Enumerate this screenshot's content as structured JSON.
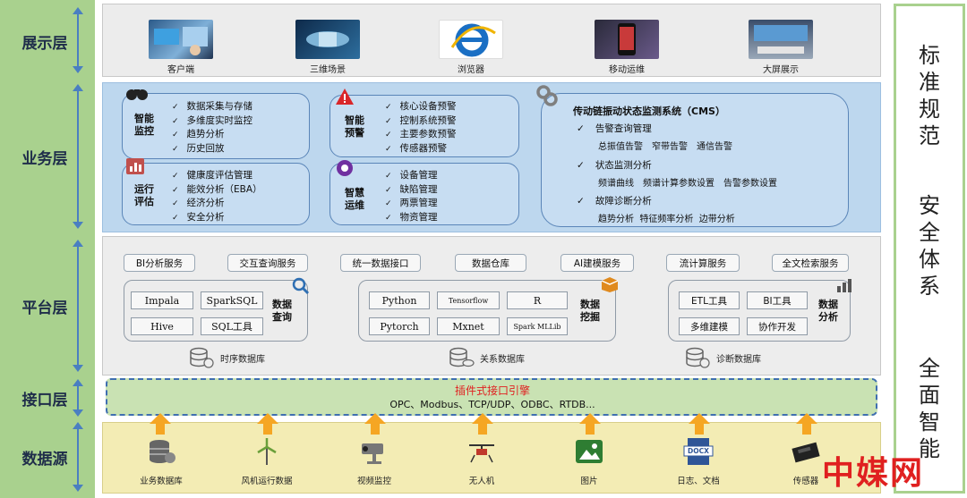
{
  "layers": {
    "display": "展示层",
    "business": "业务层",
    "platform": "平台层",
    "interface": "接口层",
    "source": "数据源"
  },
  "display": {
    "items": [
      "客户端",
      "三维场景",
      "浏览器",
      "移动运维",
      "大屏展示"
    ]
  },
  "business": {
    "smart_monitor": {
      "title": "智能监控",
      "items": [
        "数据采集与存储",
        "多维度实时监控",
        "趋势分析",
        "历史回放"
      ]
    },
    "smart_warning": {
      "title": "智能预警",
      "items": [
        "核心设备预警",
        "控制系统预警",
        "主要参数预警",
        "传感器预警"
      ]
    },
    "run_eval": {
      "title": "运行评估",
      "items": [
        "健康度评估管理",
        "能效分析（EBA）",
        "经济分析",
        "安全分析"
      ]
    },
    "smart_ops": {
      "title": "智慧运维",
      "items": [
        "设备管理",
        "缺陷管理",
        "两票管理",
        "物资管理"
      ]
    },
    "cms": {
      "title": "传动链振动状态监测系统（CMS）",
      "sections": [
        {
          "heading": "告警查询管理",
          "detail": "总振值告警　窄带告警　通信告警"
        },
        {
          "heading": "状态监测分析",
          "detail": "频谱曲线　频谱计算参数设置　告警参数设置"
        },
        {
          "heading": "故障诊断分析",
          "detail": "趋势分析  特征频率分析  边带分析"
        }
      ]
    }
  },
  "platform": {
    "services": [
      "BI分析服务",
      "交互查询服务",
      "统一数据接口",
      "数据仓库",
      "AI建模服务",
      "流计算服务",
      "全文检索服务"
    ],
    "query": {
      "title": "数据查询",
      "cells": [
        "Impala",
        "SparkSQL",
        "Hive",
        "SQL工具"
      ]
    },
    "mining": {
      "title": "数据挖掘",
      "cells": [
        "Python",
        "Tensorflow",
        "R",
        "Pytorch",
        "Mxnet",
        "Spark MLLib"
      ]
    },
    "analysis": {
      "title": "数据分析",
      "cells": [
        "ETL工具",
        "BI工具",
        "多维建模",
        "协作开发"
      ]
    },
    "databases": [
      "时序数据库",
      "关系数据库",
      "诊断数据库"
    ]
  },
  "interface": {
    "title": "插件式接口引擎",
    "protocols": "OPC、Modbus、TCP/UDP、ODBC、RTDB..."
  },
  "sources": {
    "items": [
      "业务数据库",
      "风机运行数据",
      "视频监控",
      "无人机",
      "图片",
      "日志、文档",
      "传感器"
    ],
    "docx_label": "DOCX"
  },
  "sidebar": {
    "block1": "标准规范",
    "block2": "安全体系",
    "block3": "全面智能"
  },
  "watermark": "中媒网",
  "colors": {
    "interface_title": "#e02020",
    "arrow": "#f5a623",
    "layer_label_bg": "#a9d18e",
    "business_bg": "#bdd7ee"
  }
}
